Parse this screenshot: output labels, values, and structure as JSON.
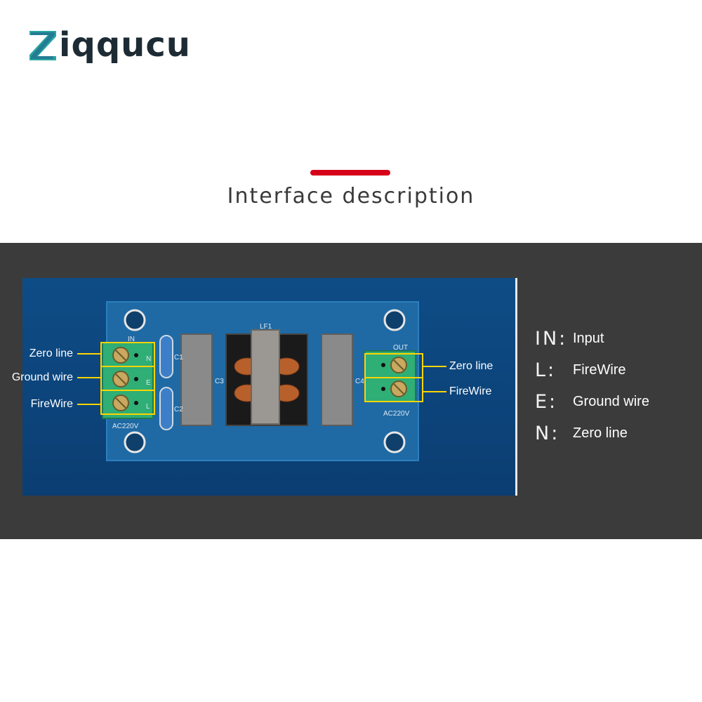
{
  "brand": {
    "first_letter": "Z",
    "rest": "iqqucu",
    "colors": {
      "z_teal": "#2aa6a0",
      "z_blue": "#1d5a8a",
      "text": "#1d2b34"
    }
  },
  "section": {
    "title": "Interface description",
    "accent_color": "#d7001a"
  },
  "photo": {
    "description_icon": "emi-filter-board-photo",
    "board_marks": [
      "IN",
      "N",
      "E",
      "L",
      "C1",
      "C2",
      "C3",
      "C4",
      "LF1",
      "OUT",
      "AC220V",
      "AC220V"
    ],
    "callouts_left": [
      "Zero line",
      "Ground wire",
      "FireWire"
    ],
    "callouts_right": [
      "Zero line",
      "FireWire"
    ],
    "callout_line_color": "#ffd400"
  },
  "legend": [
    {
      "key": "IN:",
      "value": "Input"
    },
    {
      "key": "L:",
      "value": "FireWire"
    },
    {
      "key": "E:",
      "value": "Ground wire"
    },
    {
      "key": "N:",
      "value": "Zero line"
    }
  ],
  "colors": {
    "panel_bg": "#3b3b3b",
    "photo_bg": "#0e4c86",
    "terminal_green": "#2fae76",
    "yellow_box": "#ffd400"
  }
}
